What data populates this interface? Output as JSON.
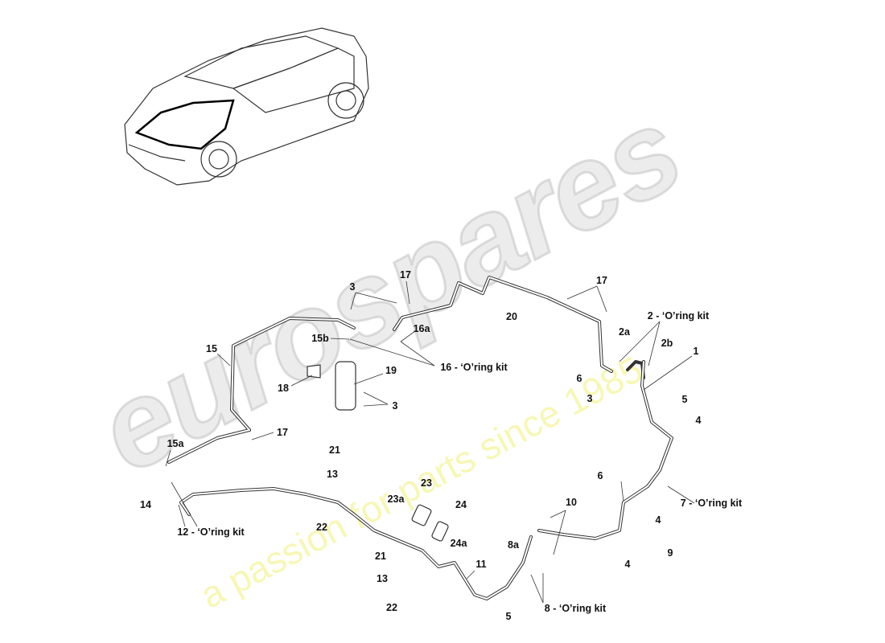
{
  "watermark": {
    "brand": "eurospares",
    "tagline": "a passion for parts since 1985"
  },
  "labels": [
    "3",
    "17",
    "20",
    "17",
    "2 - ‘O’ring kit",
    "2a",
    "2b",
    "1",
    "15",
    "15b",
    "16a",
    "16 - ‘O’ring kit",
    "19",
    "18",
    "3",
    "6",
    "3",
    "5",
    "4",
    "17",
    "15a",
    "21",
    "13",
    "6",
    "7 - ‘O’ring kit",
    "23",
    "14",
    "23a",
    "24",
    "10",
    "12 - ‘O’ring kit",
    "22",
    "4",
    "24a",
    "8a",
    "9",
    "11",
    "21",
    "4",
    "13",
    "22",
    "5",
    "8 - ‘O’ring kit"
  ]
}
